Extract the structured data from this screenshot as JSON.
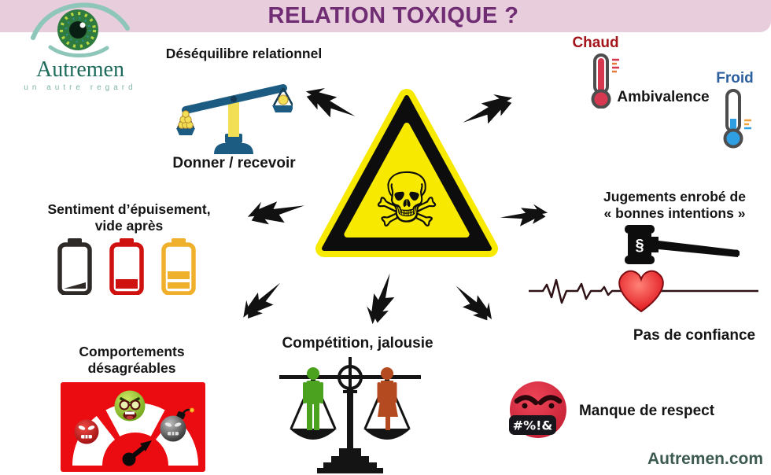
{
  "header": {
    "title": "RELATION TOXIQUE ?"
  },
  "logo": {
    "brand": "Autremen",
    "tagline": "un autre regard"
  },
  "footer": {
    "website": "Autremen.com"
  },
  "colors": {
    "band_pink": "#e8cddd",
    "title_purple": "#702d74",
    "brand_teal": "#1e6b5c",
    "site_green": "#3c5a50",
    "triangle_yellow": "#f7ea00",
    "alert_red": "#ea0c10",
    "hot_red": "#a3151b",
    "cold_blue": "#2c5f9e",
    "battery_red": "#cf1110",
    "battery_yellow": "#efb02c",
    "thermo_red": "#d63850",
    "thermo_blue": "#2f9fe3",
    "heart_red": "#e01218",
    "scale_blue": "#1d5c82",
    "person_green": "#4aa21e",
    "person_red": "#b34a20"
  },
  "icons": {
    "skull": "☠",
    "paragraph": "§"
  },
  "sections": {
    "imbalance": {
      "title": "Déséquilibre relationnel",
      "caption": "Donner / recevoir"
    },
    "ambivalence": {
      "hot_label": "Chaud",
      "label": "Ambivalence",
      "cold_label": "Froid"
    },
    "exhaustion": {
      "title_line1": "Sentiment d’épuisement,",
      "title_line2": "vide après"
    },
    "judgments": {
      "title_line1": "Jugements enrobé de",
      "title_line2": "« bonnes intentions »",
      "caption": "Pas de confiance"
    },
    "behaviors": {
      "title_line1": "Comportements",
      "title_line2": "désagréables"
    },
    "competition": {
      "title": "Compétition, jalousie"
    },
    "disrespect": {
      "label": "Manque de respect",
      "swear_text": "#%!&"
    }
  }
}
